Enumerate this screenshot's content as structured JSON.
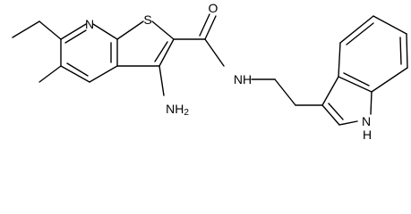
{
  "molecule": {
    "atom_labels": {
      "pyridine_n": "N",
      "thiophene_s": "S",
      "carbonyl_o": "O",
      "amino": "NH",
      "amino_sub": "2",
      "amide_nh": "N",
      "amide_h": "H",
      "indole_nh": "N",
      "indole_h": "H"
    }
  }
}
